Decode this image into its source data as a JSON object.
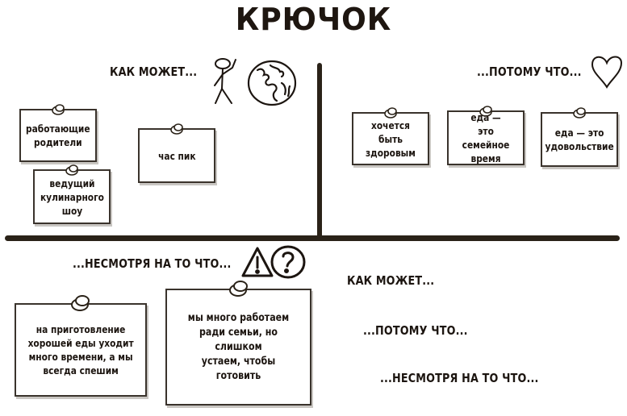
{
  "title": "КРЮЧОК",
  "quadrants": {
    "top_left": {
      "heading": "КАК МОЖЕТ...",
      "icons": [
        "stick-figure-icon",
        "globe-icon"
      ],
      "notes": [
        {
          "text": "работающие\nродители"
        },
        {
          "text": "ведущий\nкулинарного\nшоу"
        },
        {
          "text": "час пик"
        }
      ]
    },
    "top_right": {
      "heading": "...ПОТОМУ ЧТО...",
      "icons": [
        "heart-icon"
      ],
      "notes": [
        {
          "text": "хочется быть\nздоровым"
        },
        {
          "text": "еда —\nэто семейное\nвремя"
        },
        {
          "text": "еда — это\nудовольствие"
        }
      ]
    },
    "bottom_left": {
      "heading": "...НЕСМОТРЯ НА ТО ЧТО...",
      "icons": [
        "warning-icon",
        "question-icon"
      ],
      "notes": [
        {
          "text": "на приготовление\nхорошей еды уходит\nмного времени, а мы\nвсегда спешим"
        },
        {
          "text": "мы много работаем\nради семьи, но слишком\nустаем, чтобы готовить"
        }
      ]
    },
    "bottom_right": {
      "lines": [
        "КАК МОЖЕТ...",
        "...ПОТОМУ ЧТО...",
        "...НЕСМОТРЯ НА ТО ЧТО..."
      ]
    }
  },
  "colors": {
    "ink": "#1c1510",
    "line": "#2a2218",
    "note_border": "#3a332c",
    "background": "#ffffff"
  }
}
